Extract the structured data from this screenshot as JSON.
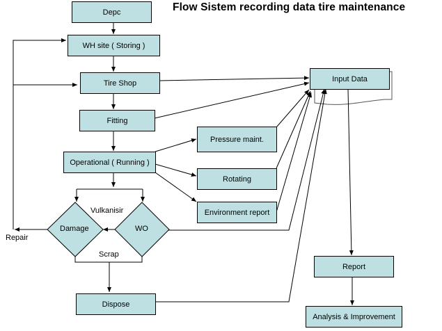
{
  "title": "Flow Sistem recording data tire maintenance",
  "nodes": {
    "depc": "Depc",
    "wh_site": "WH site ( Storing )",
    "tire_shop": "Tire Shop",
    "fitting": "Fitting",
    "operational": "Operational ( Running )",
    "pressure": "Pressure maint.",
    "rotating": "Rotating",
    "environment": "Environment report",
    "damage": "Damage",
    "wo": "WO",
    "dispose": "Dispose",
    "input_data": "Input Data",
    "report": "Report",
    "analysis": "Analysis & Improvement"
  },
  "labels": {
    "vulkanisir": "Vulkanisir",
    "repair": "Repair",
    "scrap": "Scrap"
  },
  "colors": {
    "node_fill": "#bfe0e3",
    "stroke": "#000000"
  }
}
